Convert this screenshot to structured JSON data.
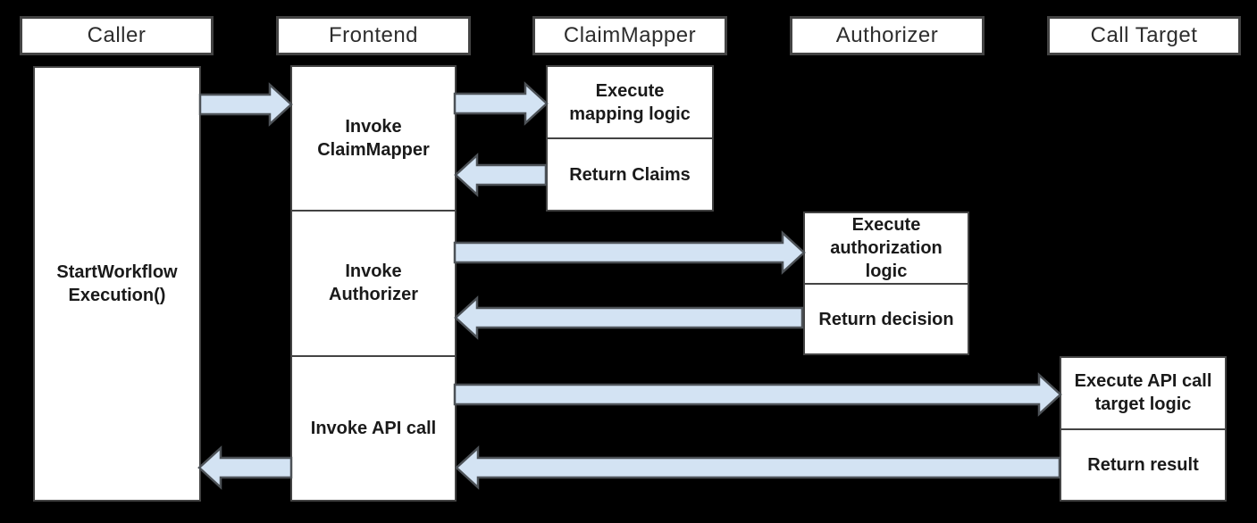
{
  "lanes": [
    {
      "label": "Caller"
    },
    {
      "label": "Frontend"
    },
    {
      "label": "ClaimMapper"
    },
    {
      "label": "Authorizer"
    },
    {
      "label": "Call Target"
    }
  ],
  "boxes": {
    "caller": "StartWorkflow\nExecution()",
    "frontend": [
      "Invoke\nClaimMapper",
      "Invoke\nAuthorizer",
      "Invoke API call"
    ],
    "claimmapper": [
      "Execute\nmapping logic",
      "Return Claims"
    ],
    "authorizer": [
      "Execute\nauthorization\nlogic",
      "Return decision"
    ],
    "calltarget": [
      "Execute API call\ntarget logic",
      "Return result"
    ]
  },
  "flows": [
    {
      "from": "Caller",
      "to": "Frontend",
      "direction": "right"
    },
    {
      "from": "Frontend",
      "to": "ClaimMapper",
      "direction": "right"
    },
    {
      "from": "ClaimMapper",
      "to": "Frontend",
      "direction": "left"
    },
    {
      "from": "Frontend",
      "to": "Authorizer",
      "direction": "right"
    },
    {
      "from": "Authorizer",
      "to": "Frontend",
      "direction": "left"
    },
    {
      "from": "Frontend",
      "to": "Call Target",
      "direction": "right"
    },
    {
      "from": "Call Target",
      "to": "Frontend",
      "direction": "left"
    },
    {
      "from": "Frontend",
      "to": "Caller",
      "direction": "left"
    }
  ],
  "colors": {
    "background": "#000000",
    "box_fill": "#ffffff",
    "box_border": "#434343",
    "arrow_fill": "#d3e3f3",
    "arrow_stroke": "#4d5257",
    "header_text": "#2d2d2d",
    "body_text": "#1a1a1a"
  }
}
